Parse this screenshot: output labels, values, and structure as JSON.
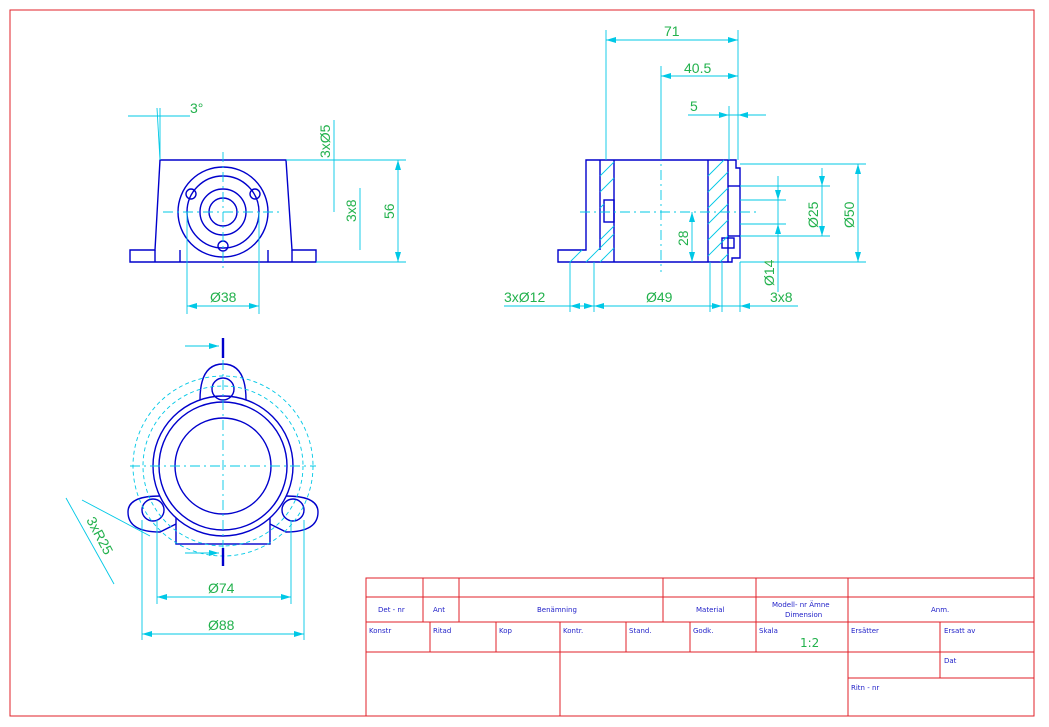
{
  "colors": {
    "frame": "#e0202a",
    "outline": "#0000cc",
    "dimension_line": "#00c8e6",
    "dimension_text": "#22b14c",
    "titleblock_text": "#1e1ec8"
  },
  "front_view": {
    "angle": "3°",
    "holes": "3xØ5",
    "hole_depth": "3x8",
    "height": "56",
    "diameter": "Ø38"
  },
  "side_view": {
    "overall_length": "71",
    "length_40": "40.5",
    "step": "5",
    "dia_25": "Ø25",
    "dia_50": "Ø50",
    "depth_28": "28",
    "dia_14": "Ø14",
    "holes_12": "3xØ12",
    "dia_49": "Ø49",
    "depth_8": "3x8"
  },
  "bottom_view": {
    "radius": "3xR25",
    "dia_74": "Ø74",
    "dia_88": "Ø88"
  },
  "title_block": {
    "det_nr": "Det - nr",
    "ant": "Ant",
    "benamning": "Benämning",
    "material": "Material",
    "modell": "Modell- nr Ämne",
    "dimension": "Dimension",
    "anm": "Anm.",
    "konstr": "Konstr",
    "ritad": "Ritad",
    "kop": "Kop",
    "kontr": "Kontr.",
    "stand": "Stand.",
    "godk": "Godk.",
    "skala": "Skala",
    "skala_value": "1:2",
    "ersatter": "Ersätter",
    "ersatt_av": "Ersatt av",
    "dat": "Dat",
    "ritn_nr": "Ritn - nr"
  }
}
